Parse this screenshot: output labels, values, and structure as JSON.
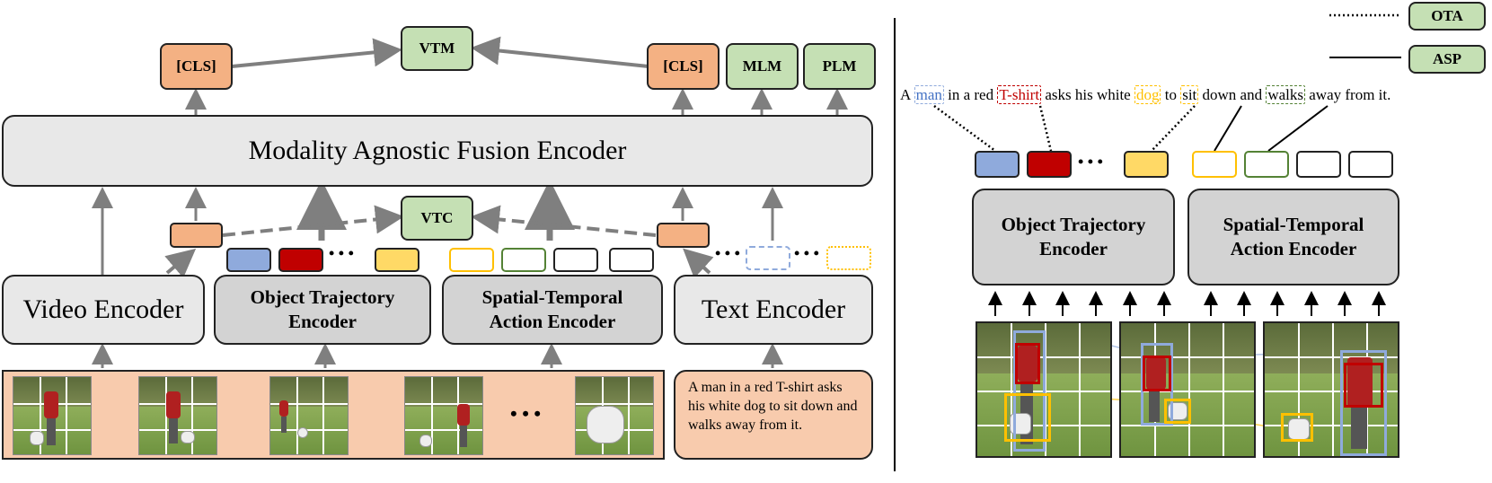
{
  "left": {
    "heads": {
      "cls_left": "[CLS]",
      "vtm": "VTM",
      "cls_right": "[CLS]",
      "mlm": "MLM",
      "plm": "PLM",
      "vtc": "VTC"
    },
    "fusion_encoder": "Modality Agnostic Fusion Encoder",
    "video_encoder": "Video Encoder",
    "object_encoder": "Object Trajectory Encoder",
    "action_encoder": "Spatial-Temporal Action Encoder",
    "text_encoder": "Text Encoder",
    "ellipsis": "• • •",
    "caption": "A man in a red T-shirt asks his white dog to sit down and walks away from it."
  },
  "right": {
    "legend": [
      {
        "label": "OTA",
        "line": "dotted"
      },
      {
        "label": "ASP",
        "line": "solid"
      }
    ],
    "sentence": [
      "A",
      "man",
      "in a red",
      "T-shirt",
      "asks his white",
      "dog",
      "to",
      "sit",
      "down and",
      "walks",
      "away from it."
    ],
    "object_encoder": "Object Trajectory Encoder",
    "action_encoder": "Spatial-Temporal Action Encoder",
    "ellipsis": "• • •"
  },
  "colors": {
    "green": "#c5e0b4",
    "orange": "#f4b183",
    "blue": "#8faadc",
    "red": "#c00000",
    "yellow": "#ffd966",
    "darkgreen": "#548235",
    "frame_bg": "#f8cbad"
  }
}
